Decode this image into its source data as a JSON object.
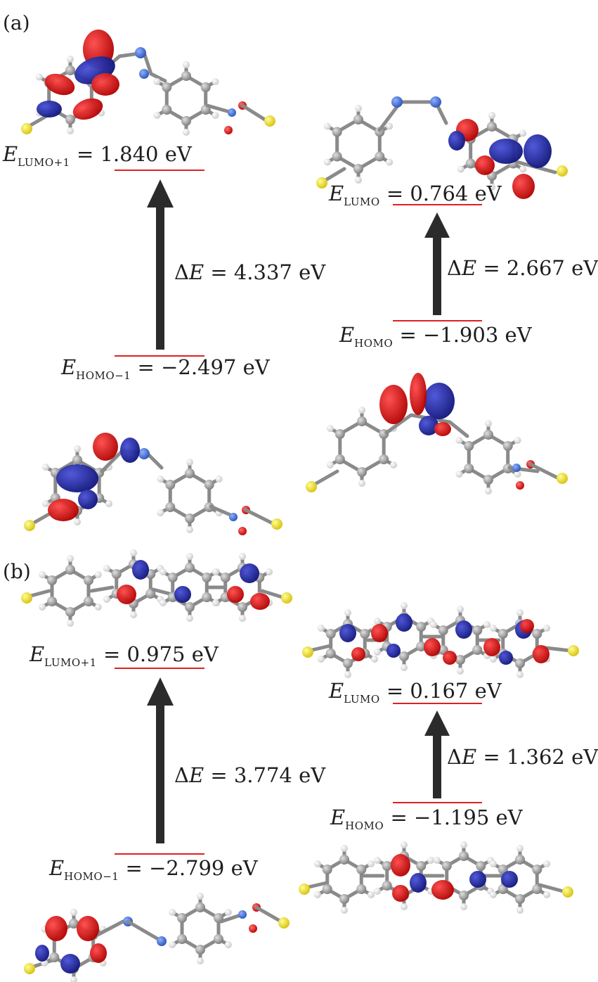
{
  "colors": {
    "level_line": "#e02020",
    "arrow": "#2b2b2b",
    "orbital_positive": "#d61010",
    "orbital_negative": "#1a20a0",
    "atom_carbon": "#9a9a9a",
    "atom_hydrogen": "#f0f0f0",
    "atom_nitrogen": "#3a6fd0",
    "atom_oxygen": "#e01010",
    "atom_sulfur": "#f2e030"
  },
  "panels": [
    {
      "label": "(a)",
      "lumo_plus1": {
        "symbol": "E",
        "sub": "LUMO+1",
        "text": "= 1.840 eV"
      },
      "homo_minus1": {
        "symbol": "E",
        "sub": "HOMO−1",
        "text": "= −2.497 eV"
      },
      "gap_left": {
        "prefix": "Δ",
        "symbol": "E",
        "text": "= 4.337 eV"
      },
      "lumo": {
        "symbol": "E",
        "sub": "LUMO",
        "text": "= 0.764 eV"
      },
      "homo": {
        "symbol": "E",
        "sub": "HOMO",
        "text": "= −1.903 eV"
      },
      "gap_right": {
        "prefix": "Δ",
        "symbol": "E",
        "text": "= 2.667 eV"
      }
    },
    {
      "label": "(b)",
      "lumo_plus1": {
        "symbol": "E",
        "sub": "LUMO+1",
        "text": "= 0.975 eV"
      },
      "homo_minus1": {
        "symbol": "E",
        "sub": "HOMO−1",
        "text": "= −2.799 eV"
      },
      "gap_left": {
        "prefix": "Δ",
        "symbol": "E",
        "text": "= 3.774 eV"
      },
      "lumo": {
        "symbol": "E",
        "sub": "LUMO",
        "text": "= 0.167 eV"
      },
      "homo": {
        "symbol": "E",
        "sub": "HOMO",
        "text": "= −1.195 eV"
      },
      "gap_right": {
        "prefix": "Δ",
        "symbol": "E",
        "text": "= 1.362 eV"
      }
    }
  ]
}
